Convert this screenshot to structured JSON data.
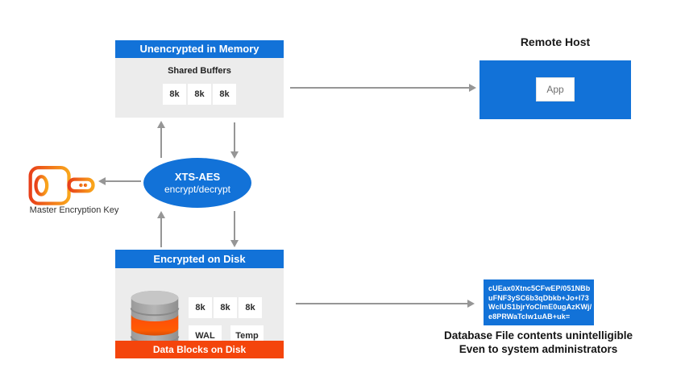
{
  "colors": {
    "blue": "#1272d8",
    "orange": "#f4450c",
    "panel_gray": "#ececec",
    "arrow_gray": "#969696",
    "text_dark": "#212121",
    "key_orange_start": "#e8401a",
    "key_orange_end": "#f9a61c"
  },
  "memory_panel": {
    "title": "Unencrypted in Memory",
    "subtitle": "Shared Buffers",
    "blocks": [
      "8k",
      "8k",
      "8k"
    ]
  },
  "cipher_ellipse": {
    "title": "XTS-AES",
    "subtitle": "encrypt/decrypt"
  },
  "master_key": {
    "icon": "key-icon",
    "label": "Master Encryption Key"
  },
  "disk_panel": {
    "title": "Encrypted on Disk",
    "icon": "database-icon",
    "blocks": [
      "8k",
      "8k",
      "8k"
    ],
    "wal_label": "WAL",
    "temp_label": "Temp",
    "footer": "Data Blocks on Disk"
  },
  "remote_host": {
    "title": "Remote Host",
    "app_label": "App"
  },
  "encrypted_file": {
    "lines": [
      "cUEax0Xtnc5CFwEP/051NBb",
      "uFNF3ySC6b3qDbkb+Jo+I73",
      "WclUS1bjrYoClmE0ugAzKWj/",
      "e8PRWaTclw1uAB+uk="
    ]
  },
  "caption": {
    "line1": "Database File contents unintelligible",
    "line2": "Even to system administrators"
  }
}
